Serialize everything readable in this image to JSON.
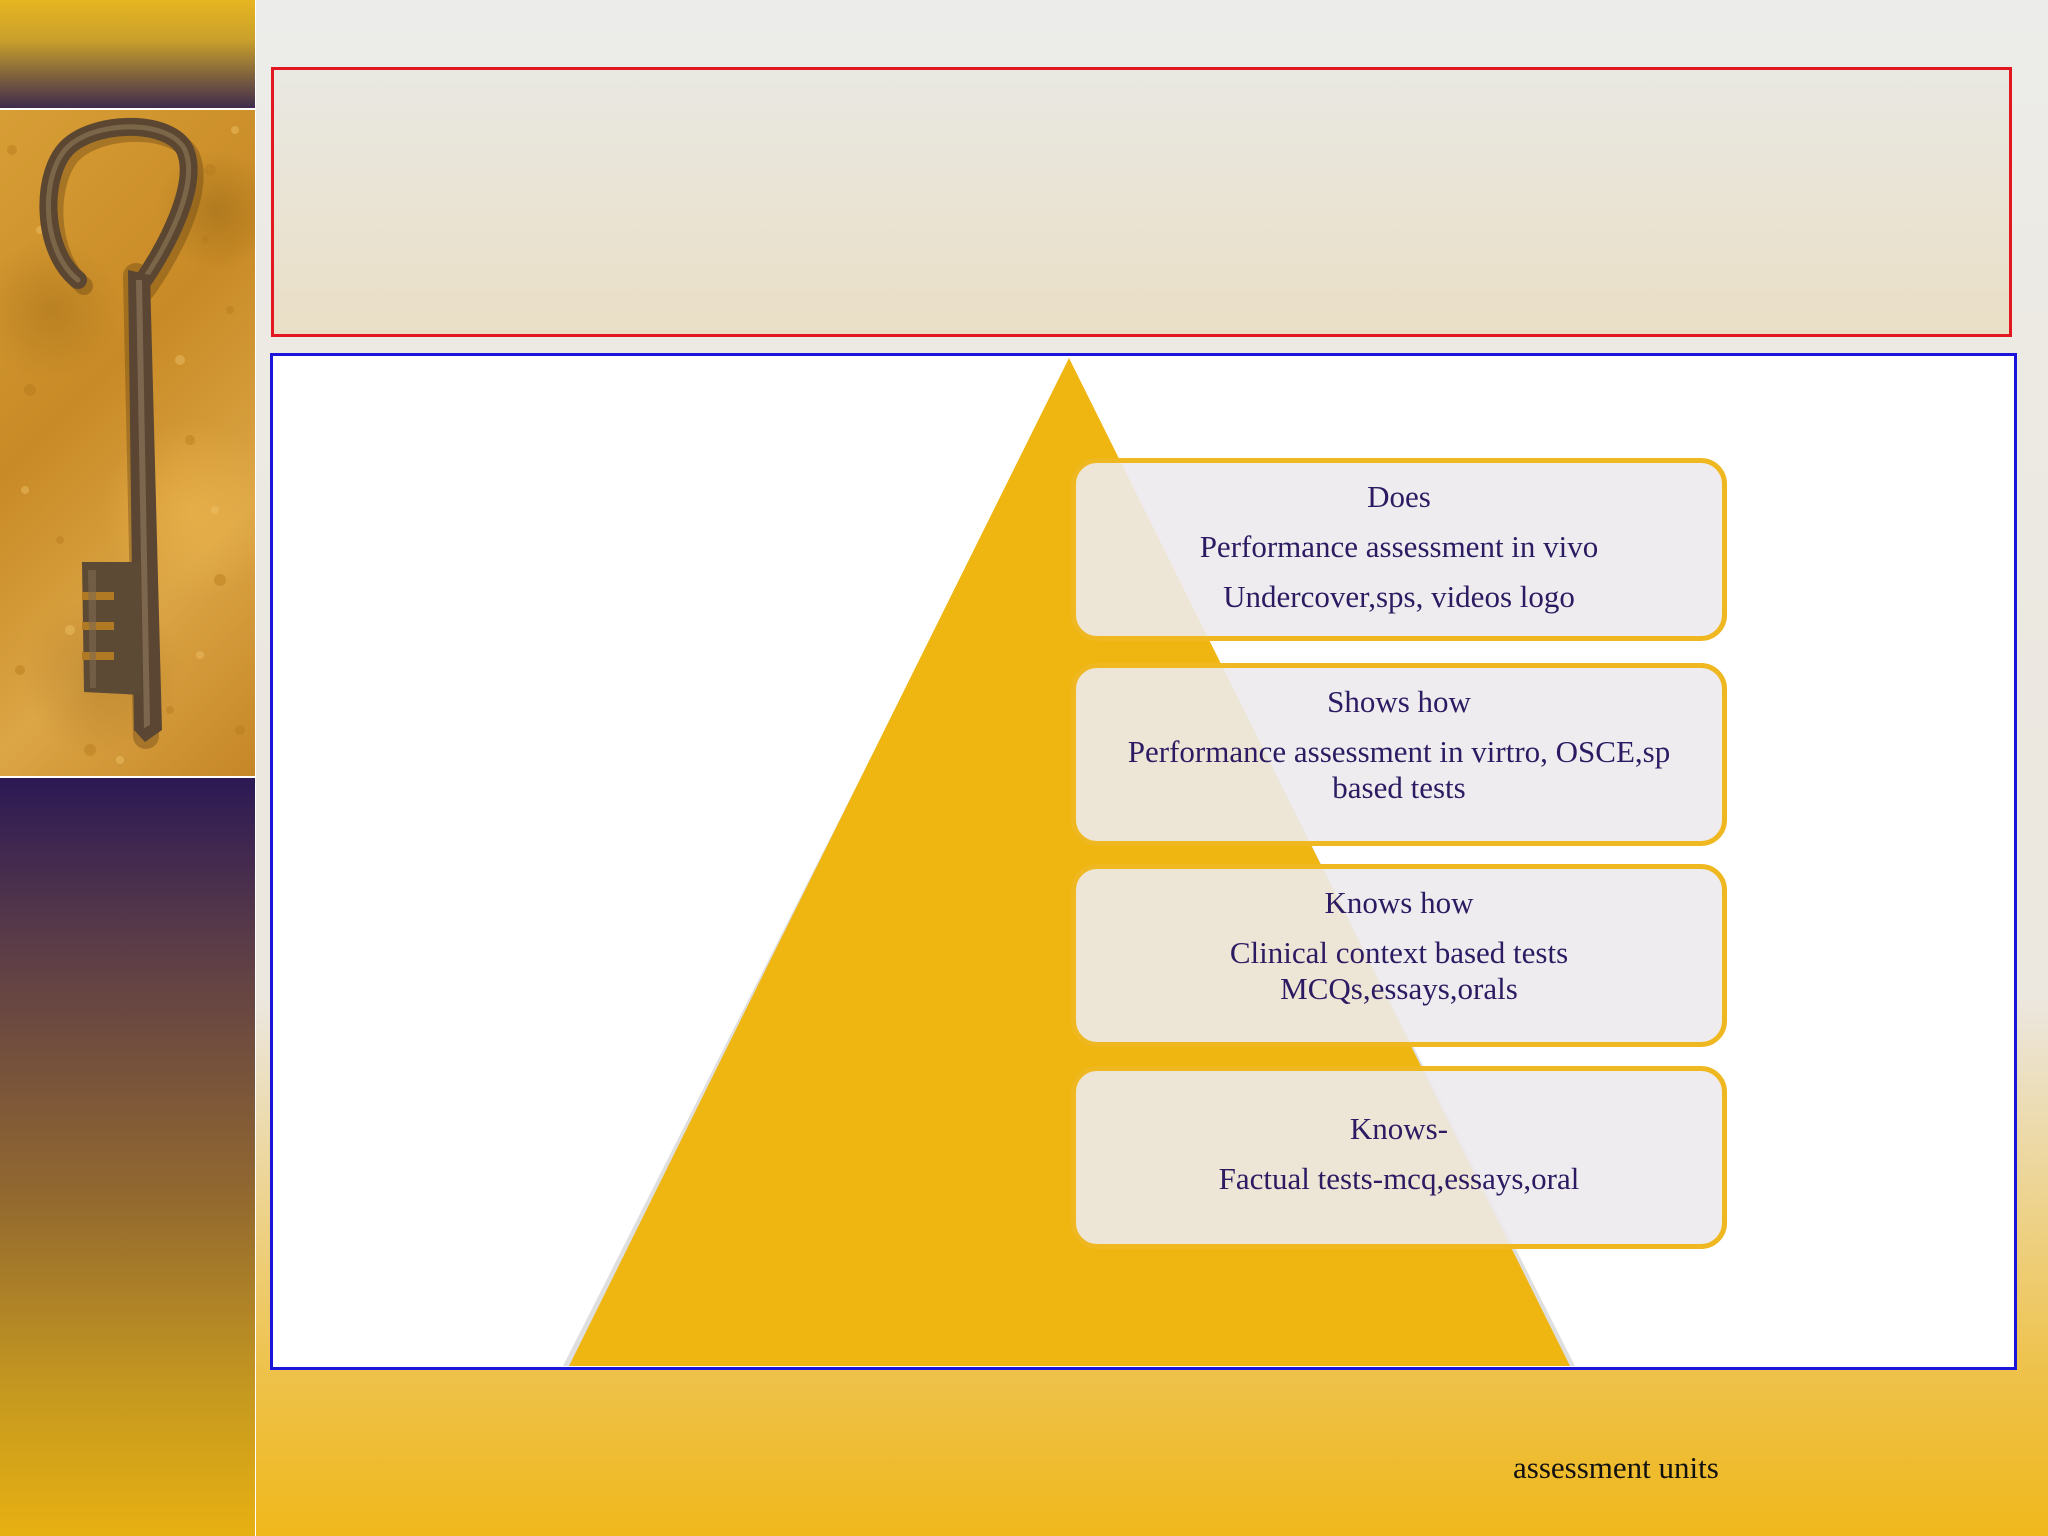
{
  "diagram": {
    "type": "pyramid",
    "colors": {
      "pyramid_fill": "#efb511",
      "card_border": "#efb720",
      "card_text": "#2c1b62",
      "title_border": "#e3171f",
      "content_border": "#1a15d8"
    },
    "levels": [
      {
        "title": "Does",
        "lines": [
          "Performance assessment in vivo",
          "Undercover,sps, videos logo"
        ]
      },
      {
        "title": "Shows how",
        "lines": [
          "Performance assessment in virtro, OSCE,sp based tests"
        ]
      },
      {
        "title": "Knows how",
        "lines": [
          "Clinical  context based tests MCQs,essays,orals"
        ]
      },
      {
        "title": "Knows-",
        "lines": [
          "Factual tests-mcq,essays,oral"
        ]
      }
    ]
  },
  "footer": {
    "text": "assessment units"
  },
  "decor": {
    "side_image": "key-icon"
  }
}
